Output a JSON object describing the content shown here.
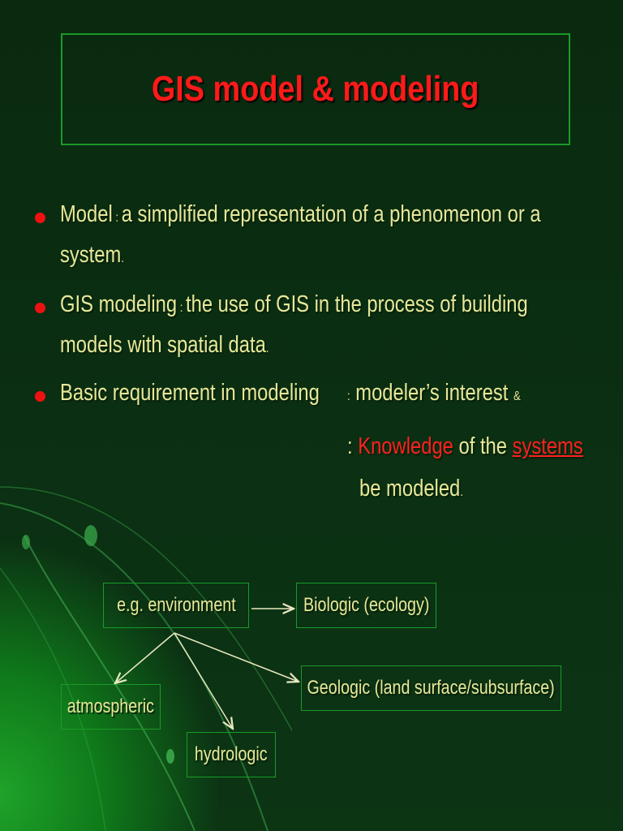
{
  "title": "GIS model & modeling",
  "bullets": {
    "b1": {
      "term": "Model",
      "sep": " : ",
      "line1": "a simplified representation of a phenomenon or a",
      "line2": "system",
      "end": "."
    },
    "b2": {
      "term": "GIS modeling",
      "sep": " : ",
      "line1": "the use of GIS in the process of building",
      "line2": "models with spatial data",
      "end": "."
    },
    "b3": {
      "term": "Basic requirement in modeling",
      "sep": ":",
      "rest": "modeler’s interest",
      "amp": "&"
    }
  },
  "continuation": {
    "colon": ":",
    "knowledge": "Knowledge",
    "of_the": " of the ",
    "systems": "systems",
    "line2": "be modeled",
    "end": "."
  },
  "diagram": {
    "root": "e.g. environment",
    "biologic": "Biologic (ecology)",
    "geologic": "Geologic (land surface/subsurface)",
    "atmospheric": "atmospheric",
    "hydrologic": "hydrologic"
  },
  "colors": {
    "background": "#0b2d12",
    "title": "#ff1a1a",
    "text": "#e8e89a",
    "accent_red": "#ff2020",
    "border": "#1a9a28"
  }
}
